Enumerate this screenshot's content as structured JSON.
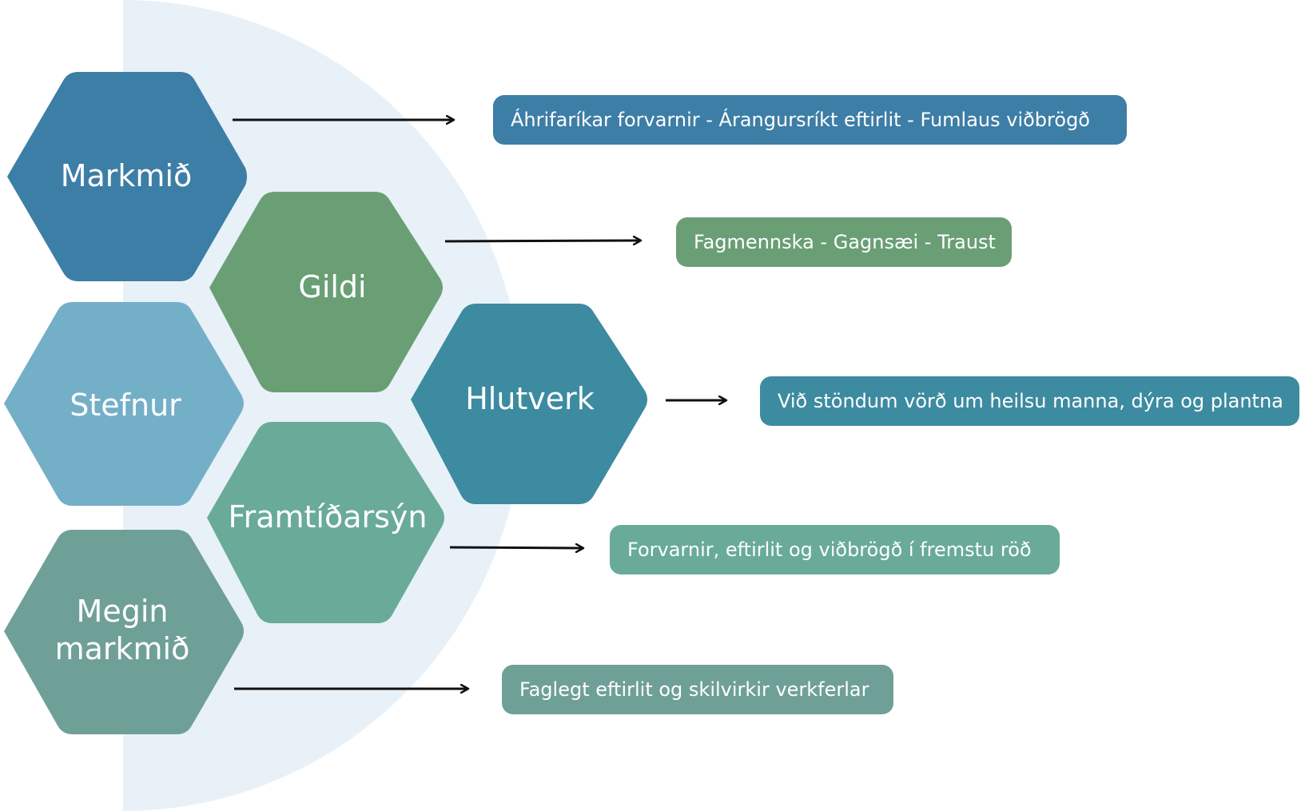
{
  "hexagons": {
    "markmid": {
      "label": "Markmið",
      "color": "#3d7ea6"
    },
    "gildi": {
      "label": "Gildi",
      "color": "#6a9f76"
    },
    "stefnur": {
      "label": "Stefnur",
      "color": "#74afc8"
    },
    "hlutverk": {
      "label": "Hlutverk",
      "color": "#3d8ba0"
    },
    "framtidarsyn": {
      "label": "Framtíðarsýn",
      "color": "#69ab98"
    },
    "megin_markmid": {
      "label_line1": "Megin",
      "label_line2": "markmið",
      "color": "#6fa097"
    }
  },
  "statements": {
    "markmid": {
      "text": "Áhrifaríkar forvarnir - Árangursríkt eftirlit - Fumlaus viðbrögð",
      "color": "#3d7ea6"
    },
    "gildi": {
      "text": "Fagmennska - Gagnsæi - Traust",
      "color": "#6a9f76"
    },
    "hlutverk": {
      "text": "Við stöndum vörð um heilsu manna, dýra og plantna",
      "color": "#3d8ba0"
    },
    "framtidarsyn": {
      "text": "Forvarnir, eftirlit og viðbrögð í fremstu röð",
      "color": "#69ab98"
    },
    "megin_markmid": {
      "text": "Faglegt eftirlit og skilvirkir verkferlar",
      "color": "#6fa097"
    }
  },
  "colors": {
    "background_arc": "#e8f1f8",
    "arrow": "#111111"
  }
}
